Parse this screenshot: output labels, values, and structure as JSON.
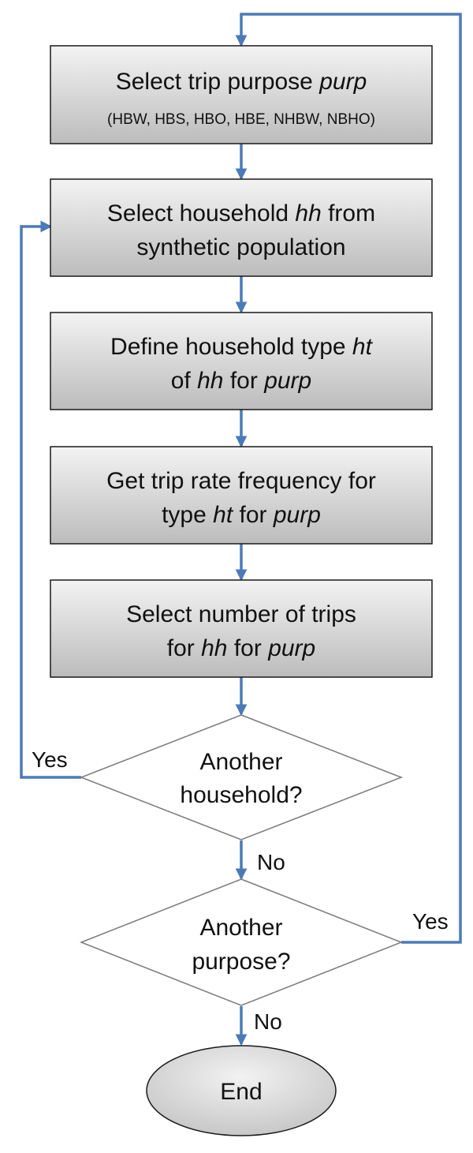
{
  "boxes": [
    {
      "id": "select-purpose",
      "line1": [
        {
          "t": "Select trip purpose "
        },
        {
          "t": "purp",
          "i": true
        }
      ],
      "line2": [
        {
          "t": "(HBW, HBS, HBO, HBE, NHBW, NBHO)",
          "small": true
        }
      ]
    },
    {
      "id": "select-household",
      "line1": [
        {
          "t": "Select household "
        },
        {
          "t": "hh",
          "i": true
        },
        {
          "t": " from"
        }
      ],
      "line2": [
        {
          "t": "synthetic population"
        }
      ]
    },
    {
      "id": "define-type",
      "line1": [
        {
          "t": "Define household type "
        },
        {
          "t": "ht",
          "i": true
        }
      ],
      "line2": [
        {
          "t": "of "
        },
        {
          "t": "hh",
          "i": true
        },
        {
          "t": " for "
        },
        {
          "t": "purp",
          "i": true
        }
      ]
    },
    {
      "id": "get-rate",
      "line1": [
        {
          "t": "Get trip rate frequency for"
        }
      ],
      "line2": [
        {
          "t": "type "
        },
        {
          "t": "ht",
          "i": true
        },
        {
          "t": " for "
        },
        {
          "t": "purp",
          "i": true
        }
      ]
    },
    {
      "id": "select-trips",
      "line1": [
        {
          "t": "Select number of trips"
        }
      ],
      "line2": [
        {
          "t": "for "
        },
        {
          "t": "hh",
          "i": true
        },
        {
          "t": " for "
        },
        {
          "t": "purp",
          "i": true
        }
      ]
    }
  ],
  "decisions": {
    "household": {
      "line1": "Another",
      "line2": "household?"
    },
    "purpose": {
      "line1": "Another",
      "line2": "purpose?"
    }
  },
  "labels": {
    "household_yes": "Yes",
    "household_no": "No",
    "purpose_yes": "Yes",
    "purpose_no": "No"
  },
  "end": {
    "label": "End"
  },
  "colors": {
    "arrow": "#4a7ab8",
    "box_top": "#f2f2f2",
    "box_bottom": "#bdbdbd"
  }
}
